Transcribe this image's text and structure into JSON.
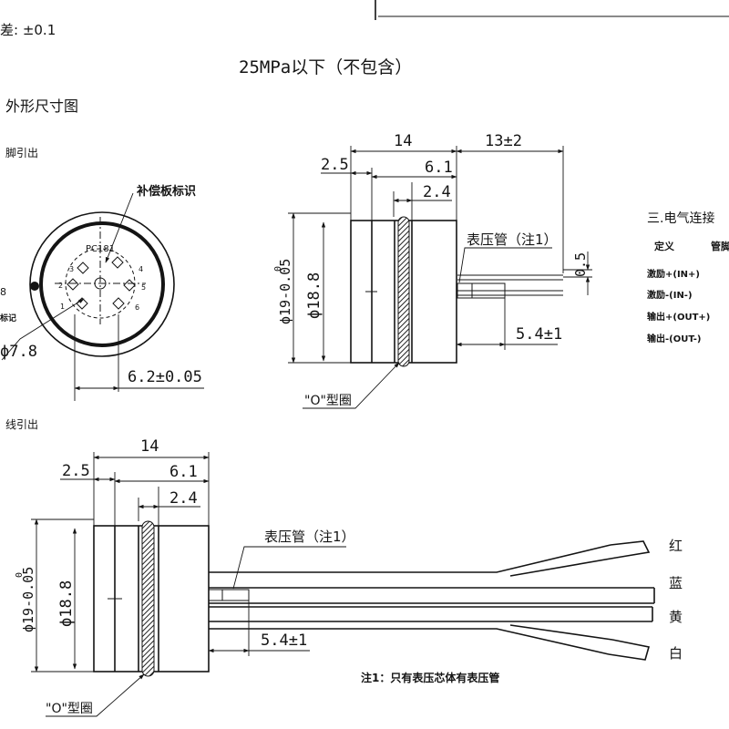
{
  "header": {
    "tolerance_note": "差: ±0.1",
    "pressure_note": "25MPa以下（不包含）",
    "section_title": "外形尺寸图",
    "pin_lead_title": "脚引出",
    "wire_lead_title": "线引出"
  },
  "pin_view": {
    "compensation_board_label": "补偿板标识",
    "board_code": "PC181",
    "pin_numbers": [
      "1",
      "2",
      "3",
      "4",
      "5",
      "6"
    ],
    "mark_label_fragment": "标记",
    "left_fragment": "8",
    "diameter_pcd": "ϕ7.8",
    "pin_offset": "6.2±0.05"
  },
  "side_view_pin": {
    "total_length": "14",
    "pin_length": "13±2",
    "dim_2_5": "2.5",
    "dim_6_1": "6.1",
    "dim_2_4": "2.4",
    "outer_diameter": "ϕ19-0.05",
    "outer_diameter_upper": "0",
    "inner_diameter": "ϕ18.8",
    "gauge_tube_label": "表压管（注1）",
    "pin_diameter": "0.5",
    "tube_length": "5.4±1",
    "o_ring_label": "\"O\"型圈"
  },
  "electrical": {
    "title": "三.电气连接",
    "col_definition": "定义",
    "col_pin": "管脚",
    "rows": [
      "激励+(IN+)",
      "激励-(IN-)",
      "输出+(OUT+)",
      "输出-(OUT-)"
    ]
  },
  "side_view_wire": {
    "total_length": "14",
    "dim_2_5": "2.5",
    "dim_6_1": "6.1",
    "dim_2_4": "2.4",
    "outer_diameter": "ϕ19-0.05",
    "outer_diameter_upper": "0",
    "inner_diameter": "ϕ18.8",
    "gauge_tube_label": "表压管（注1）",
    "tube_length": "5.4±1",
    "o_ring_label": "\"O\"型圈",
    "wire_colors": [
      "红",
      "蓝",
      "黄",
      "白"
    ],
    "note": "注1：只有表压芯体有表压管"
  }
}
